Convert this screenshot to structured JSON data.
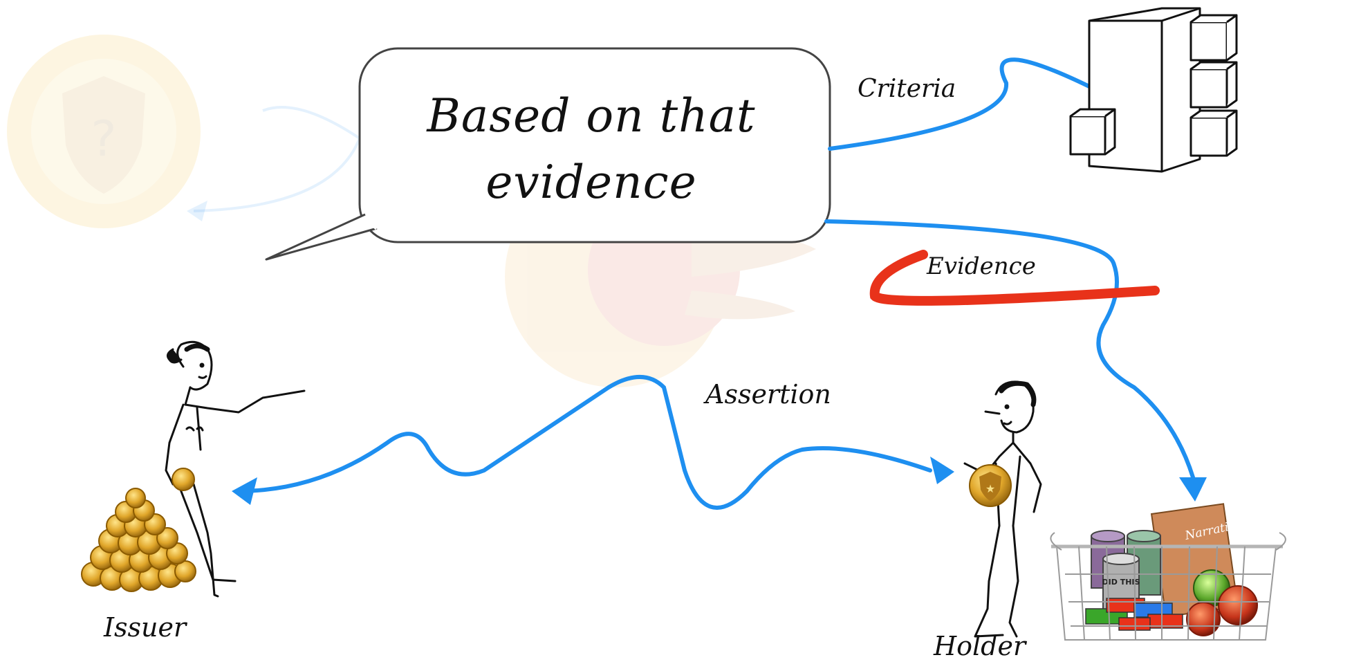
{
  "bubble": {
    "line1": "Based on that",
    "line2": "evidence"
  },
  "labels": {
    "criteria": "Criteria",
    "evidence": "Evidence",
    "assertion": "Assertion",
    "issuer": "Issuer",
    "holder": "Holder",
    "narratives": "Narratives",
    "barrel_text": "DID THIS"
  },
  "colors": {
    "arrow": "#1e8ff0",
    "highlight": "#e8321a",
    "coin": "#e0a62a",
    "ink": "#111111"
  }
}
